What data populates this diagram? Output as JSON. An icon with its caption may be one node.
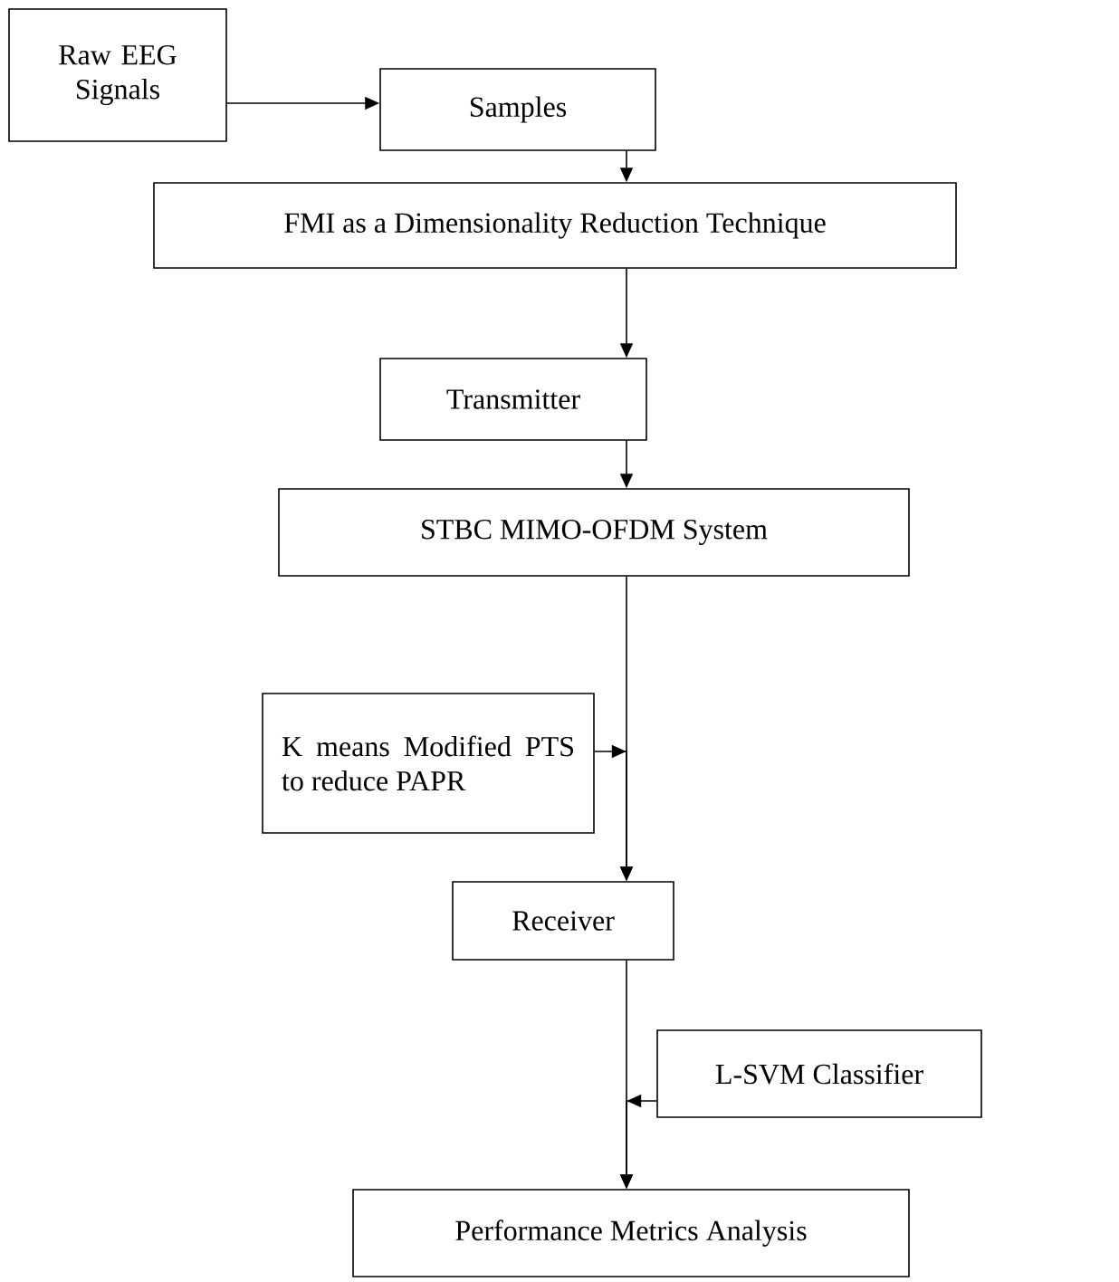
{
  "diagram": {
    "nodes": [
      {
        "text": [
          "Raw EEG Signals"
        ]
      },
      {
        "text": [
          "Samples"
        ]
      },
      {
        "text": [
          "FMI as a Dimensionality Reduction Technique"
        ]
      },
      {
        "text": [
          "Transmitter"
        ]
      },
      {
        "text": [
          "STBC MIMO-OFDM System"
        ]
      },
      {
        "text": [
          "K means Modified PTS to reduce PAPR"
        ]
      },
      {
        "text": [
          "Receiver"
        ]
      },
      {
        "text": [
          "L-SVM Classifier"
        ]
      },
      {
        "text": [
          "Performance Metrics Analysis"
        ]
      }
    ],
    "edges": [
      {
        "from": 0,
        "to": 1,
        "arrow": "to"
      },
      {
        "from": 1,
        "to": 2,
        "arrow": "to"
      },
      {
        "from": 2,
        "to": 3,
        "arrow": "to"
      },
      {
        "from": 3,
        "to": 4,
        "arrow": "to"
      },
      {
        "from": 4,
        "to": 6,
        "arrow": "to"
      },
      {
        "from": 5,
        "to": 6,
        "arrow": "to"
      },
      {
        "from": 6,
        "to": 8,
        "arrow": "to"
      },
      {
        "from": 7,
        "to": 8,
        "arrow": "to"
      }
    ]
  }
}
